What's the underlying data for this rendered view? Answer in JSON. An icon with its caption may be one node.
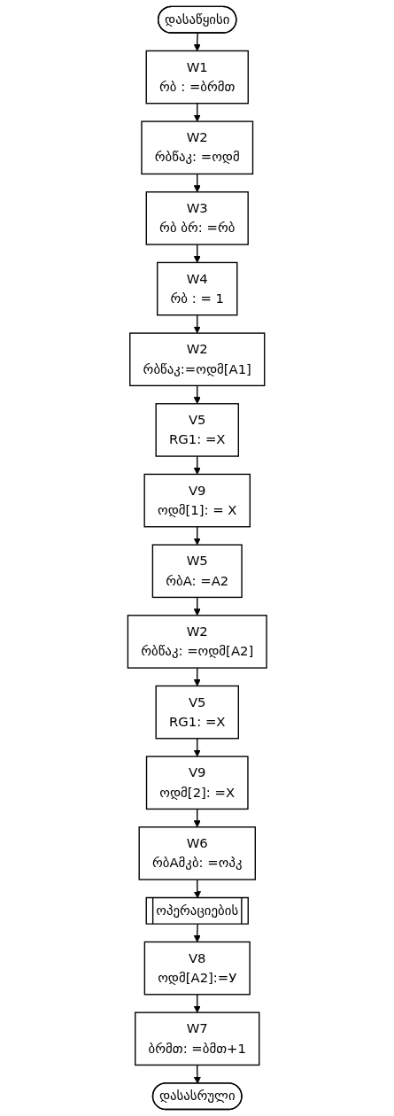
{
  "diagram": {
    "nodes": [
      {
        "text": [
          "დასაწყისი"
        ]
      },
      {
        "text": [
          "W1",
          "რბ : =ბრმთ"
        ]
      },
      {
        "text": [
          "W2",
          "რბწაკ: =ოდმ"
        ]
      },
      {
        "text": [
          "W3",
          "რბ ბრ: =რბ"
        ]
      },
      {
        "text": [
          "W4",
          "რბ : = 1"
        ]
      },
      {
        "text": [
          "W2",
          "რბწაკ:=ოდმ[A1]"
        ]
      },
      {
        "text": [
          "V5",
          "RG1: =X"
        ]
      },
      {
        "text": [
          "V9",
          "ოდმ[1]: = X"
        ]
      },
      {
        "text": [
          "W5",
          "რბA: =A2"
        ]
      },
      {
        "text": [
          "W2",
          "რბწაკ: =ოდმ[A2]"
        ]
      },
      {
        "text": [
          "V5",
          "RG1: =X"
        ]
      },
      {
        "text": [
          "V9",
          "ოდმ[2]: =X"
        ]
      },
      {
        "text": [
          "W6",
          "რბAმკბ: =ოპკ"
        ]
      },
      {
        "text": [
          "ოპერაციების"
        ]
      },
      {
        "text": [
          "V8",
          "ოდმ[A2]:=У"
        ]
      },
      {
        "text": [
          "W7",
          "ბრმთ: =ბმთ+1"
        ]
      },
      {
        "text": [
          "დასასრული"
        ]
      }
    ],
    "edges": [
      {
        "from": 0,
        "to": 1,
        "arrow": "to"
      },
      {
        "from": 1,
        "to": 2,
        "arrow": "to"
      },
      {
        "from": 2,
        "to": 3,
        "arrow": "to"
      },
      {
        "from": 3,
        "to": 4,
        "arrow": "to"
      },
      {
        "from": 4,
        "to": 5,
        "arrow": "to"
      },
      {
        "from": 5,
        "to": 6,
        "arrow": "to"
      },
      {
        "from": 6,
        "to": 7,
        "arrow": "to"
      },
      {
        "from": 7,
        "to": 8,
        "arrow": "to"
      },
      {
        "from": 8,
        "to": 9,
        "arrow": "to"
      },
      {
        "from": 9,
        "to": 10,
        "arrow": "to"
      },
      {
        "from": 10,
        "to": 11,
        "arrow": "to"
      },
      {
        "from": 11,
        "to": 12,
        "arrow": "to"
      },
      {
        "from": 12,
        "to": 13,
        "arrow": "to"
      },
      {
        "from": 13,
        "to": 14,
        "arrow": "to"
      },
      {
        "from": 14,
        "to": 15,
        "arrow": "to"
      },
      {
        "from": 15,
        "to": 16,
        "arrow": "to"
      }
    ]
  }
}
